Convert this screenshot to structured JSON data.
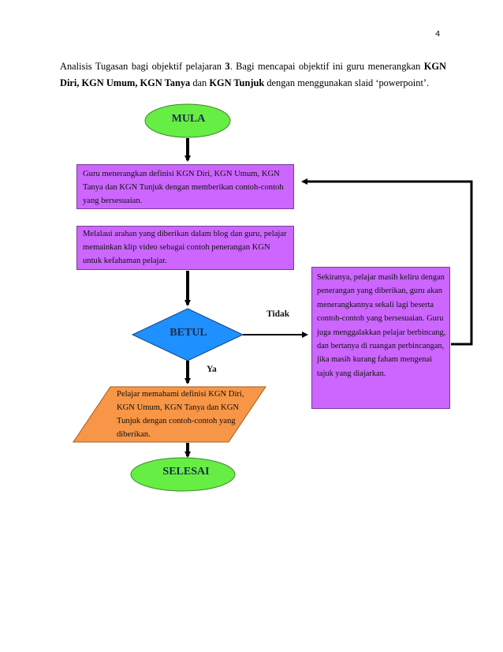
{
  "page_number": "4",
  "intro": {
    "part1": "Analisis Tugasan bagi objektif pelajaran ",
    "part2": "3",
    "part3": ". Bagi mencapai objektif ini guru menerangkan ",
    "part4": "KGN Diri, KGN Umum, KGN Tanya",
    "part5": " dan ",
    "part6": "KGN Tunjuk",
    "part7": "  dengan menggunakan slaid ‘powerpoint’."
  },
  "flowchart": {
    "start": "MULA",
    "step1": "Guru menerangkan definisi  KGN Diri, KGN Umum, KGN Tanya dan KGN Tunjuk dengan memberikan contoh-contoh yang bersesuaian.",
    "step2": "Melalaui arahan yang diberikan dalam blog dan guru, pelajar memainkan klip video sebagai contoh penerangan KGN untuk kefahaman pelajar.",
    "decision": "BETUL",
    "no_label": "Tidak",
    "yes_label": "Ya",
    "remedial": "Sekiranya, pelajar masih keliru dengan penerangan yang diberikan, guru akan menerangkannya sekali lagi beserta contoh-contoh yang bersesuaian. Guru juga menggalakkan pelajar berbincang, dan bertanya di ruangan perbincangan, jika masih kurang faham mengenai tajuk yang diajarkan.",
    "outcome": "Pelajar memahami definisi KGN Diri, KGN Umum, KGN Tanya dan KGN Tunjuk dengan contoh-contoh yang diberikan.",
    "end": "SELESAI"
  },
  "colors": {
    "terminal_fill": "#66ee44",
    "process_fill": "#cc66ff",
    "decision_fill": "#1e90ff",
    "outcome_fill": "#f79646",
    "arrow": "#000000"
  }
}
